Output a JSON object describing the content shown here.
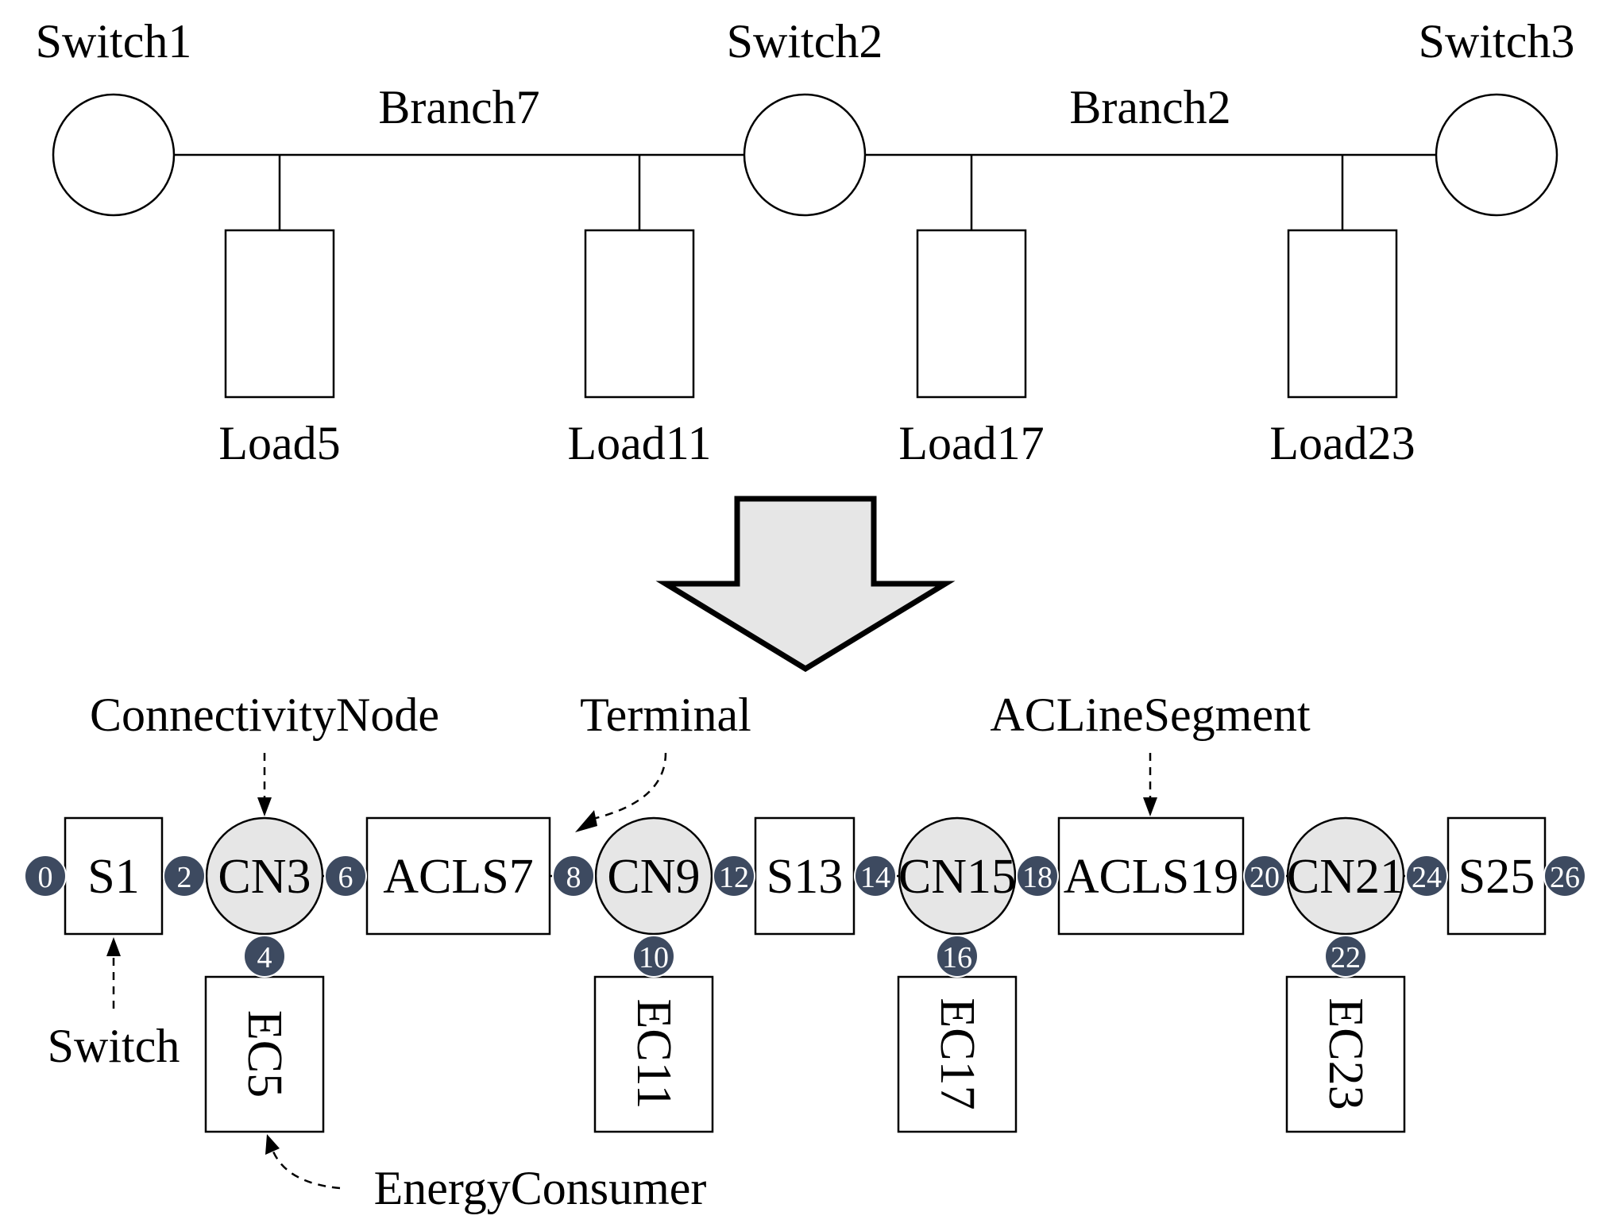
{
  "top": {
    "switches": [
      "Switch1",
      "Switch2",
      "Switch3"
    ],
    "branches": [
      "Branch7",
      "Branch2"
    ],
    "loads": [
      "Load5",
      "Load11",
      "Load17",
      "Load23"
    ]
  },
  "bottom": {
    "components": {
      "s1": "S1",
      "cn3": "CN3",
      "acls7": "ACLS7",
      "cn9": "CN9",
      "s13": "S13",
      "cn15": "CN15",
      "acls19": "ACLS19",
      "cn21": "CN21",
      "s25": "S25",
      "ec5": "EC5",
      "ec11": "EC11",
      "ec17": "EC17",
      "ec23": "EC23"
    },
    "terminals": {
      "t0": "0",
      "t2": "2",
      "t4": "4",
      "t6": "6",
      "t8": "8",
      "t10": "10",
      "t12": "12",
      "t14": "14",
      "t16": "16",
      "t18": "18",
      "t20": "20",
      "t22": "22",
      "t24": "24",
      "t26": "26"
    },
    "annotations": {
      "connectivity_node": "ConnectivityNode",
      "terminal": "Terminal",
      "acline_segment": "ACLineSegment",
      "switch": "Switch",
      "energy_consumer": "EnergyConsumer"
    }
  },
  "colors": {
    "terminal_fill": "#3d4a60",
    "node_fill": "#e6e6e6",
    "arrow_fill": "#e6e6e6"
  }
}
